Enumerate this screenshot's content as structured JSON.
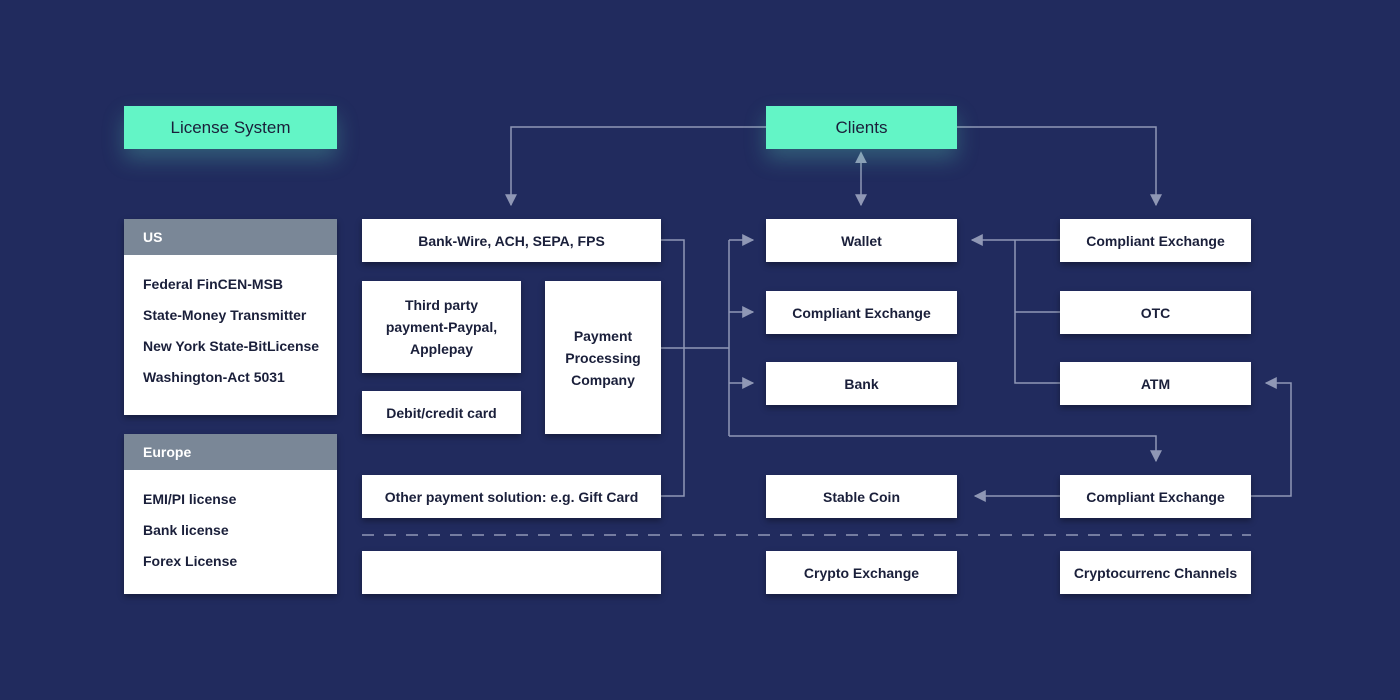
{
  "headers": {
    "license_system": "License System",
    "clients": "Clients"
  },
  "license_panels": {
    "us": {
      "title": "US",
      "items": [
        "Federal FinCEN-MSB",
        "State-Money Transmitter",
        "New York State-BitLicense",
        "Washington-Act 5031"
      ]
    },
    "europe": {
      "title": "Europe",
      "items": [
        "EMI/PI license",
        "Bank license",
        "Forex License"
      ]
    }
  },
  "nodes": {
    "bank_wire": "Bank-Wire, ACH, SEPA, FPS",
    "third_party_line1": "Third party",
    "third_party_line2": "payment-Paypal,",
    "third_party_line3": "Applepay",
    "debit_credit": "Debit/credit card",
    "payment_processing_line1": "Payment",
    "payment_processing_line2": "Processing",
    "payment_processing_line3": "Company",
    "other_payment": "Other payment solution: e.g. Gift Card",
    "blank": "",
    "wallet": "Wallet",
    "compliant_exchange_mid": "Compliant Exchange",
    "bank": "Bank",
    "stable_coin": "Stable Coin",
    "crypto_exchange": "Crypto Exchange",
    "compliant_exchange_top_right": "Compliant Exchange",
    "otc": "OTC",
    "atm": "ATM",
    "compliant_exchange_bottom_right": "Compliant Exchange",
    "crypto_channels": "Cryptocurrenc Channels"
  },
  "colors": {
    "background": "#212b5e",
    "accent": "#63f5c6",
    "panel_header": "#7a8797",
    "connector": "#8f97b5"
  }
}
